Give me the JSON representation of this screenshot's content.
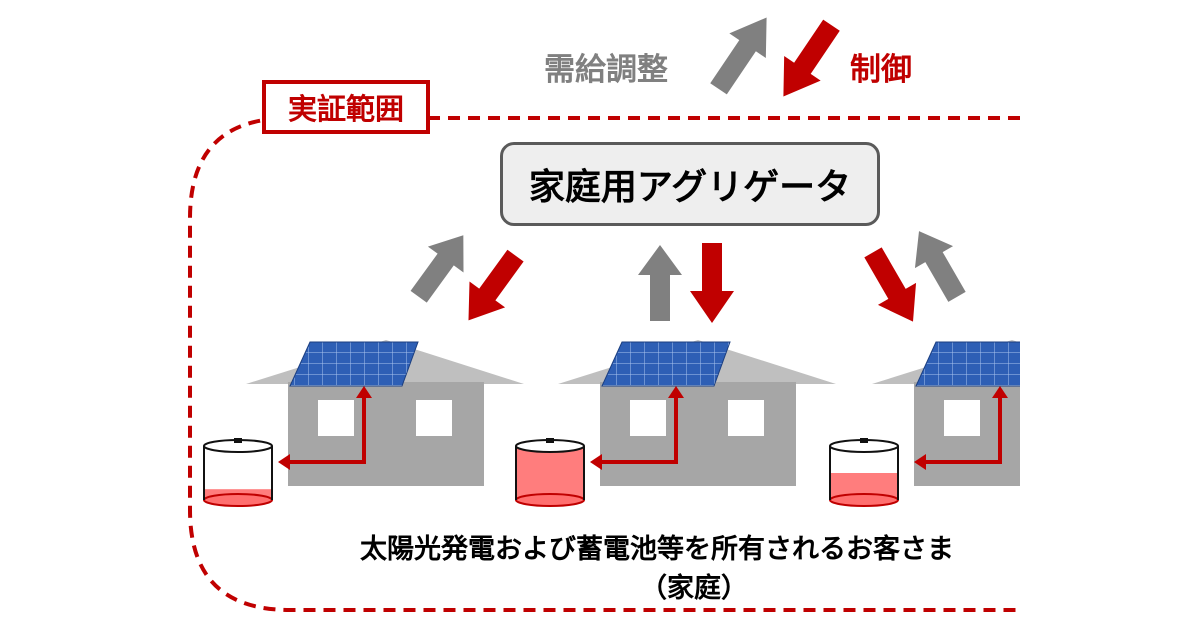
{
  "labels": {
    "demand_adjustment": "需給調整",
    "control": "制御",
    "scope": "実証範囲",
    "aggregator": "家庭用アグリゲータ",
    "customers": "太陽光発電および蓄電池等を所有されるお客さま",
    "customers_sub": "（家庭）"
  },
  "houses": [
    {
      "id": "house-1",
      "battery_level": 0.2
    },
    {
      "id": "house-2",
      "battery_level": 1.0
    },
    {
      "id": "house-3",
      "battery_level": 0.5
    }
  ],
  "colors": {
    "up_arrow": "#808080",
    "down_arrow": "#c00000",
    "house": "#a6a6a6",
    "roof": "#bfbfbf",
    "solar_panel": "#2e5fb5",
    "battery_fill": "#ff6f6f",
    "scope_border": "#c00000"
  }
}
